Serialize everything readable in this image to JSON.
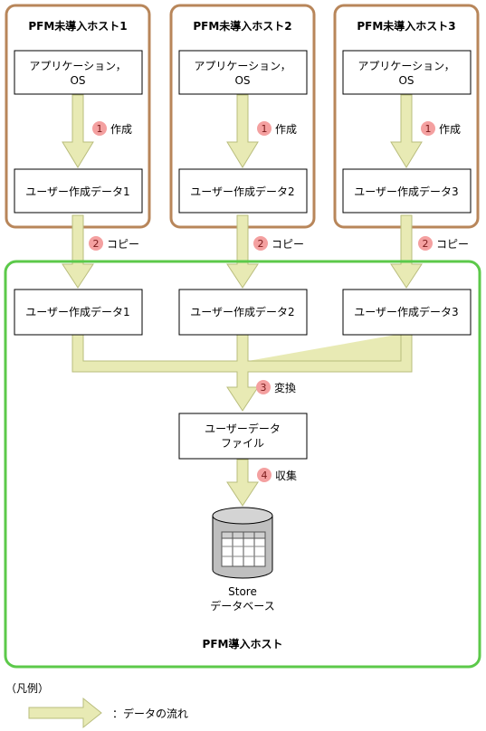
{
  "unintroduced_hosts": [
    {
      "title": "PFM未導入ホスト1",
      "app_line1": "アプリケーション，",
      "app_line2": "OS",
      "user_data": "ユーザー作成データ1"
    },
    {
      "title": "PFM未導入ホスト2",
      "app_line1": "アプリケーション，",
      "app_line2": "OS",
      "user_data": "ユーザー作成データ2"
    },
    {
      "title": "PFM未導入ホスト3",
      "app_line1": "アプリケーション，",
      "app_line2": "OS",
      "user_data": "ユーザー作成データ3"
    }
  ],
  "steps": [
    {
      "num": "1",
      "label": "作成"
    },
    {
      "num": "2",
      "label": "コピー"
    },
    {
      "num": "3",
      "label": "変換"
    },
    {
      "num": "4",
      "label": "収集"
    }
  ],
  "pfm_host": {
    "title": "PFM導入ホスト",
    "copied_data": [
      "ユーザー作成データ1",
      "ユーザー作成データ2",
      "ユーザー作成データ3"
    ],
    "user_data_file_line1": "ユーザーデータ",
    "user_data_file_line2": "ファイル",
    "store_line1": "Store",
    "store_line2": "データベース"
  },
  "legend": {
    "title": "（凡例）",
    "arrow_label": "：データの流れ"
  },
  "colors": {
    "host_border": "#b8865a",
    "pfm_border": "#5cc94a",
    "arrow_fill": "#e8eab4",
    "arrow_stroke": "#b9bd7d",
    "badge_fill": "#f4a0a0",
    "cylinder": "#bfbfbf"
  }
}
